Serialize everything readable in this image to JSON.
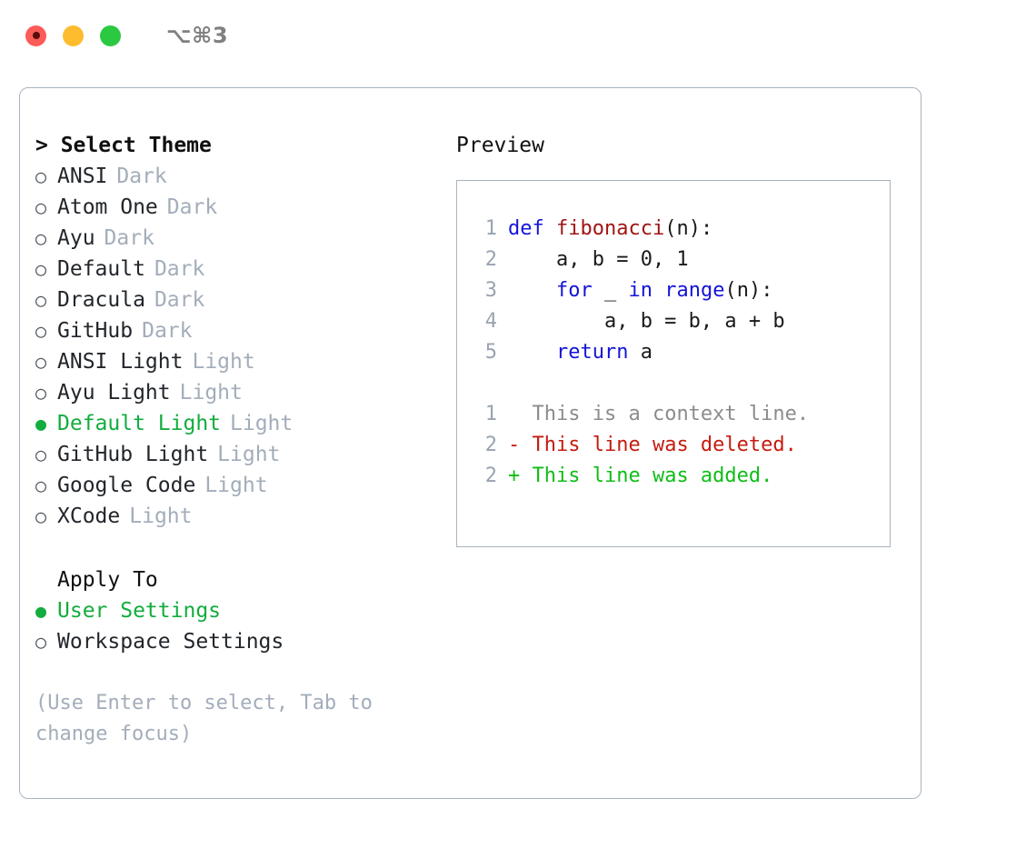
{
  "titlebar": {
    "shortcut": "⌥⌘3",
    "buttons": {
      "close": "close-button",
      "minimize": "minimize-button",
      "zoom": "zoom-button"
    }
  },
  "theme_picker": {
    "heading": "> Select Theme",
    "prompt_symbol": ">",
    "bullet_selected": "●",
    "bullet_unselected": "○",
    "items": [
      {
        "name": "ANSI",
        "tag": "Dark",
        "selected": false
      },
      {
        "name": "Atom One",
        "tag": "Dark",
        "selected": false
      },
      {
        "name": "Ayu",
        "tag": "Dark",
        "selected": false
      },
      {
        "name": "Default",
        "tag": "Dark",
        "selected": false
      },
      {
        "name": "Dracula",
        "tag": "Dark",
        "selected": false
      },
      {
        "name": "GitHub",
        "tag": "Dark",
        "selected": false
      },
      {
        "name": "ANSI Light",
        "tag": "Light",
        "selected": false
      },
      {
        "name": "Ayu Light",
        "tag": "Light",
        "selected": false
      },
      {
        "name": "Default Light",
        "tag": "Light",
        "selected": true
      },
      {
        "name": "GitHub Light",
        "tag": "Light",
        "selected": false
      },
      {
        "name": "Google Code",
        "tag": "Light",
        "selected": false
      },
      {
        "name": "XCode",
        "tag": "Light",
        "selected": false
      }
    ]
  },
  "apply_to": {
    "heading": "Apply To",
    "options": [
      {
        "label": "User Settings",
        "selected": true
      },
      {
        "label": "Workspace Settings",
        "selected": false
      }
    ]
  },
  "hint": "(Use Enter to select, Tab to change focus)",
  "preview": {
    "heading": "Preview",
    "code_lines": [
      {
        "lineno": "1",
        "tokens": [
          {
            "text": "def ",
            "kind": "kw"
          },
          {
            "text": "fibonacci",
            "kind": "fn"
          },
          {
            "text": "(n):",
            "kind": "plain"
          }
        ]
      },
      {
        "lineno": "2",
        "tokens": [
          {
            "text": "    a, b = 0, 1",
            "kind": "plain"
          }
        ]
      },
      {
        "lineno": "3",
        "tokens": [
          {
            "text": "    ",
            "kind": "plain"
          },
          {
            "text": "for",
            "kind": "kw"
          },
          {
            "text": " _ ",
            "kind": "plain"
          },
          {
            "text": "in",
            "kind": "kw"
          },
          {
            "text": " ",
            "kind": "plain"
          },
          {
            "text": "range",
            "kind": "kw"
          },
          {
            "text": "(n):",
            "kind": "plain"
          }
        ]
      },
      {
        "lineno": "4",
        "tokens": [
          {
            "text": "        a, b = b, a + b",
            "kind": "plain"
          }
        ]
      },
      {
        "lineno": "5",
        "tokens": [
          {
            "text": "    ",
            "kind": "plain"
          },
          {
            "text": "return",
            "kind": "kw"
          },
          {
            "text": " a",
            "kind": "plain"
          }
        ]
      }
    ],
    "diff_lines": [
      {
        "lineno": "1",
        "marker": "  ",
        "text": "This is a context line.",
        "kind": "context"
      },
      {
        "lineno": "2",
        "marker": "- ",
        "text": "This line was deleted.",
        "kind": "del"
      },
      {
        "lineno": "2",
        "marker": "+ ",
        "text": "This line was added.",
        "kind": "add"
      }
    ]
  },
  "colors": {
    "accent_green": "#12ad3e",
    "muted": "#a3adba",
    "border": "#a9b4c0",
    "keyword_blue": "#1414d8",
    "function_red": "#a01414",
    "diff_add_green": "#10bd18",
    "diff_del_red": "#c41c10",
    "traffic_close": "#fc5b57",
    "traffic_minimize": "#fdbc2e",
    "traffic_zoom": "#2bc942"
  }
}
